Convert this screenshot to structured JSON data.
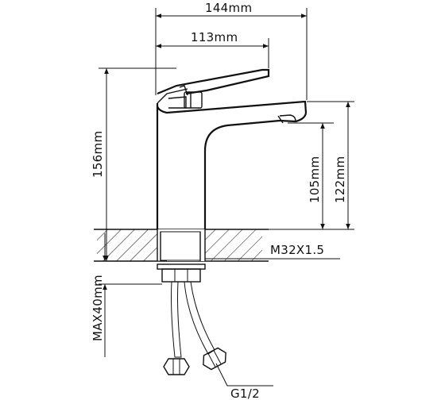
{
  "diagram": {
    "dimensions": {
      "overall_reach": "144mm",
      "lever_reach": "113mm",
      "total_height": "156mm",
      "spout_height": "105mm",
      "outlet_height": "122mm",
      "max_counter_thickness": "MAX40mm"
    },
    "threads": {
      "body_thread": "M32X1.5",
      "hose_connection": "G1/2"
    }
  }
}
